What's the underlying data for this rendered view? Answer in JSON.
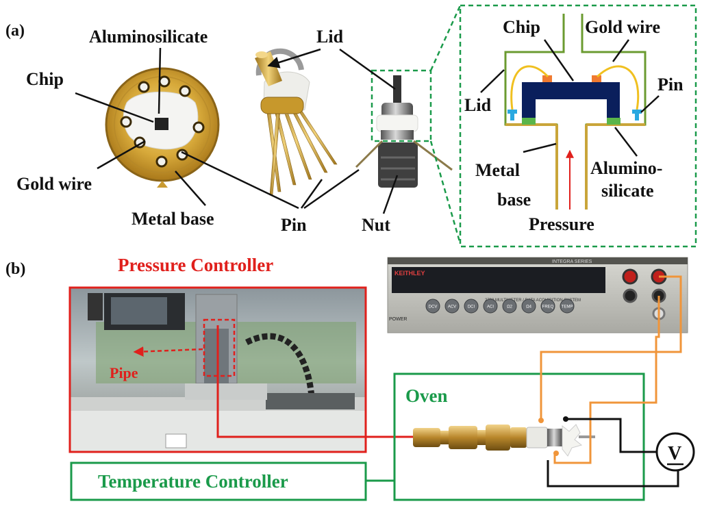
{
  "panel_a": {
    "label": "(a)",
    "photo_labels": {
      "aluminosilicate": "Aluminosilicate",
      "chip": "Chip",
      "gold_wire": "Gold wire",
      "metal_base": "Metal base",
      "lid": "Lid",
      "pin": "Pin",
      "nut": "Nut"
    },
    "schematic_labels": {
      "chip": "Chip",
      "gold_wire": "Gold wire",
      "lid": "Lid",
      "pin": "Pin",
      "metal_base_1": "Metal",
      "metal_base_2": "base",
      "alumino_1": "Alumino-",
      "alumino_2": "silicate",
      "pressure": "Pressure"
    }
  },
  "panel_b": {
    "label": "(b)",
    "pressure_controller": "Pressure Controller",
    "pipe": "Pipe",
    "oven": "Oven",
    "temperature_controller": "Temperature Controller",
    "voltmeter_symbol": "V",
    "multimeter_brand": "KEITHLEY",
    "multimeter_series": "INTEGRA SERIES",
    "multimeter_model": "2700  MULTIMETER / DATA ACQUISITION SYSTEM",
    "multimeter_buttons": [
      "DCV",
      "ACV",
      "DCI",
      "ACI",
      "Ω2",
      "Ω4",
      "FREQ",
      "TEMP"
    ],
    "multimeter_power": "POWER"
  },
  "colors": {
    "green_box": "#1a9a4a",
    "red_box": "#e0201c",
    "orange_wire": "#f0953a",
    "gold": "#c89a2a",
    "navy_chip": "#0a1f5c",
    "cyan_pin": "#2aa8e0",
    "green_alumino": "#5ab54a",
    "orange_pad": "#f07a30"
  }
}
